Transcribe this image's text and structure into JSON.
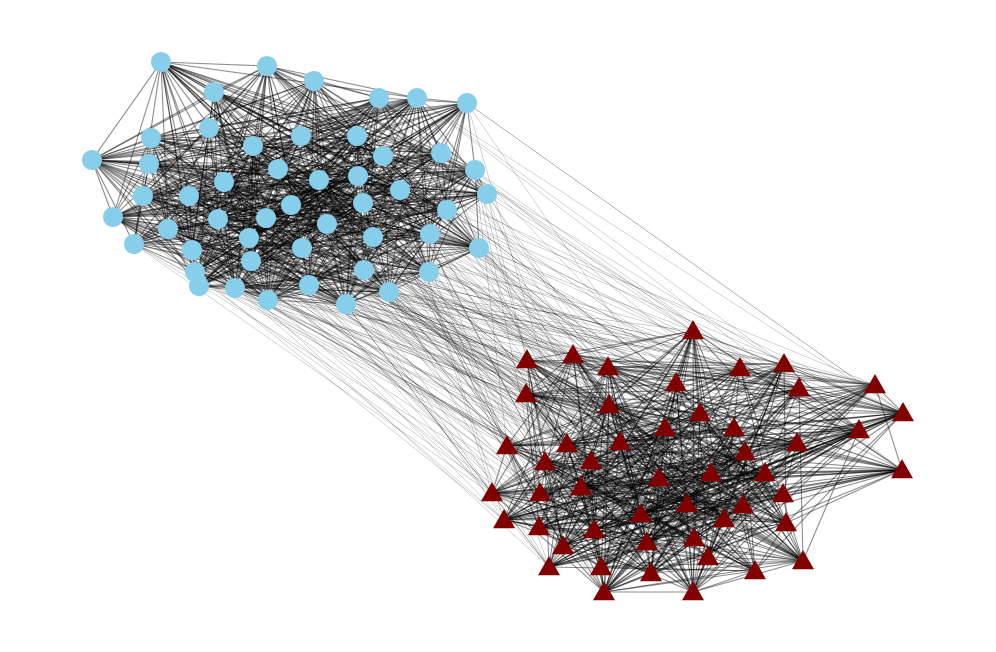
{
  "figure": {
    "type": "network-graph",
    "colors": {
      "background": "#ffffff",
      "edge": "#000000",
      "cluster_a": "#87ceeb",
      "cluster_b": "#800000"
    },
    "clusters": [
      {
        "name": "cluster-a",
        "node_shape": "circle",
        "color_key": "cluster_a",
        "node_count": 52
      },
      {
        "name": "cluster-b",
        "node_shape": "triangle",
        "color_key": "cluster_b",
        "node_count": 59
      }
    ]
  }
}
